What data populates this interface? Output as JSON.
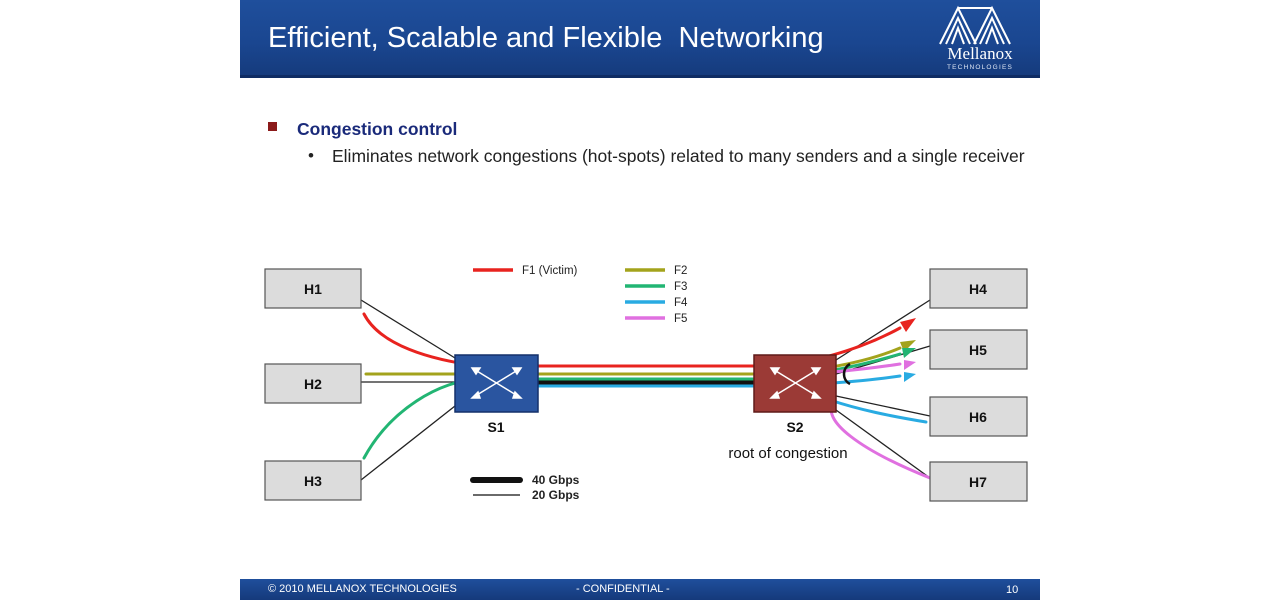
{
  "header": {
    "title": "Efficient, Scalable and Flexible  Networking",
    "logo": {
      "name": "Mellanox",
      "sub": "TECHNOLOGIES"
    }
  },
  "content": {
    "bullet1": "Congestion control",
    "bullet2_marker": "•",
    "bullet2": "Eliminates network congestions (hot-spots) related to many senders and a single receiver"
  },
  "diagram": {
    "hosts": {
      "h1": "H1",
      "h2": "H2",
      "h3": "H3",
      "h4": "H4",
      "h5": "H5",
      "h6": "H6",
      "h7": "H7"
    },
    "switches": {
      "s1": "S1",
      "s2": "S2"
    },
    "annotation": "root of congestion",
    "flows": [
      {
        "label": "F1 (Victim)",
        "color": "#e8231f"
      },
      {
        "label": "F2",
        "color": "#a3a31c"
      },
      {
        "label": "F3",
        "color": "#22b573"
      },
      {
        "label": "F4",
        "color": "#29abe2"
      },
      {
        "label": "F5",
        "color": "#e070e0"
      }
    ],
    "links": [
      {
        "label": "40 Gbps"
      },
      {
        "label": "20 Gbps"
      }
    ]
  },
  "footer": {
    "left": "© 2010  MELLANOX TECHNOLOGIES",
    "center": "- CONFIDENTIAL -",
    "page": "10"
  }
}
